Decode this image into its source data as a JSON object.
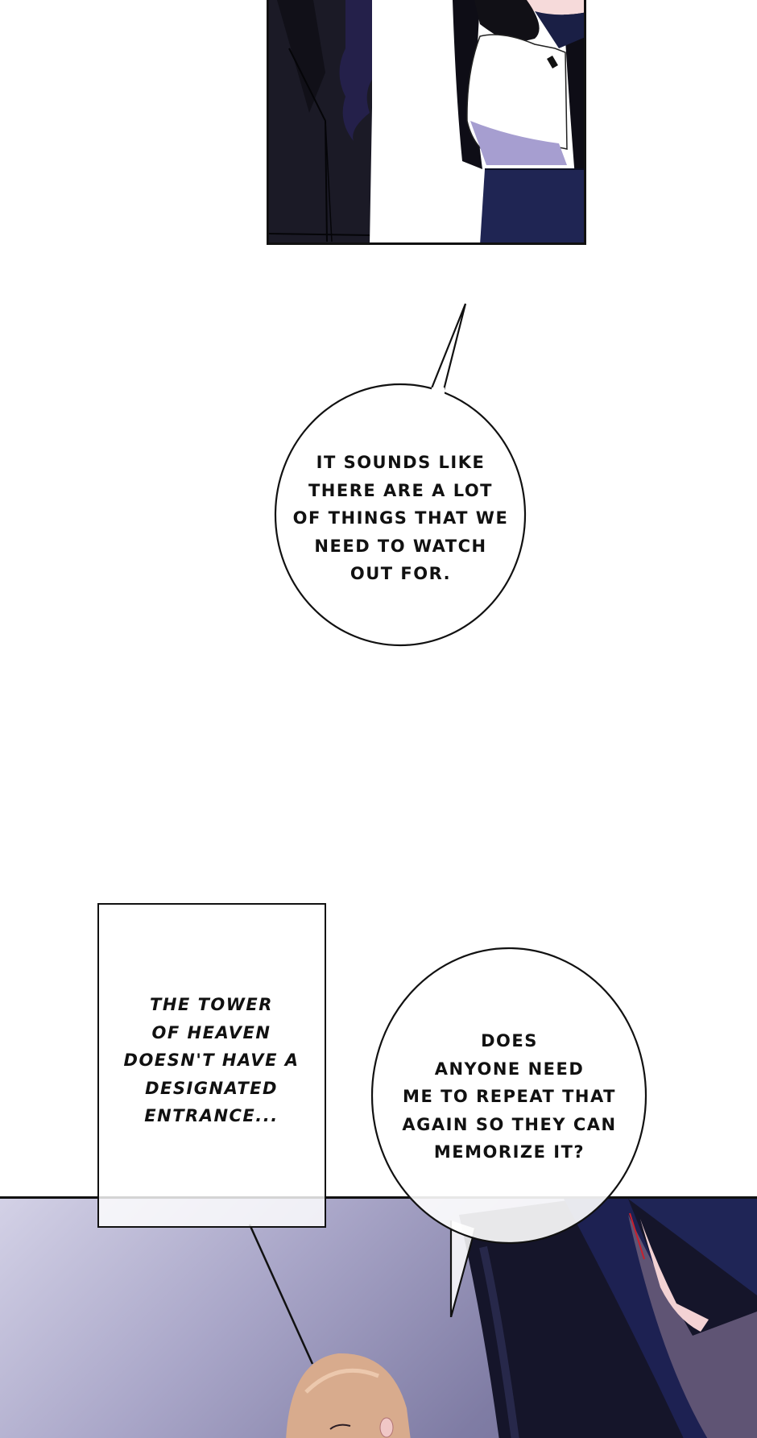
{
  "page": {
    "type": "webtoon-strip",
    "background": "#ffffff"
  },
  "panels": [
    {
      "id": "panel-top",
      "description": "Two characters in dark suit and white blouse, cropped torso view",
      "colors": {
        "suit": "#1d1b2a",
        "hair": "#232042",
        "blouse": "#ffffff",
        "skirt": "#1f2450",
        "border": "#111111"
      }
    },
    {
      "id": "panel-bottom",
      "description": "Purple-gradient background, blonde character at bottom, dark-haired character on right",
      "colors": {
        "bg_light": "#d3d1e6",
        "bg_dark": "#6e6b94",
        "hair_blonde": "#d9ab8b",
        "hair_dark": "#1c1f4d"
      }
    }
  ],
  "bubbles": [
    {
      "id": "bubble-1",
      "shape": "ellipse",
      "lines": [
        "IT SOUNDS LIKE",
        "THERE ARE A LOT",
        "OF THINGS THAT WE",
        "NEED TO WATCH",
        "OUT FOR."
      ]
    },
    {
      "id": "caption-box",
      "shape": "rectangle",
      "lines": [
        "THE TOWER",
        "OF HEAVEN",
        "DOESN'T HAVE A",
        "DESIGNATED",
        "ENTRANCE..."
      ]
    },
    {
      "id": "bubble-2",
      "shape": "ellipse",
      "lines": [
        "DOES",
        "ANYONE NEED",
        "ME TO REPEAT THAT",
        "AGAIN SO THEY CAN",
        "MEMORIZE IT?"
      ]
    }
  ]
}
